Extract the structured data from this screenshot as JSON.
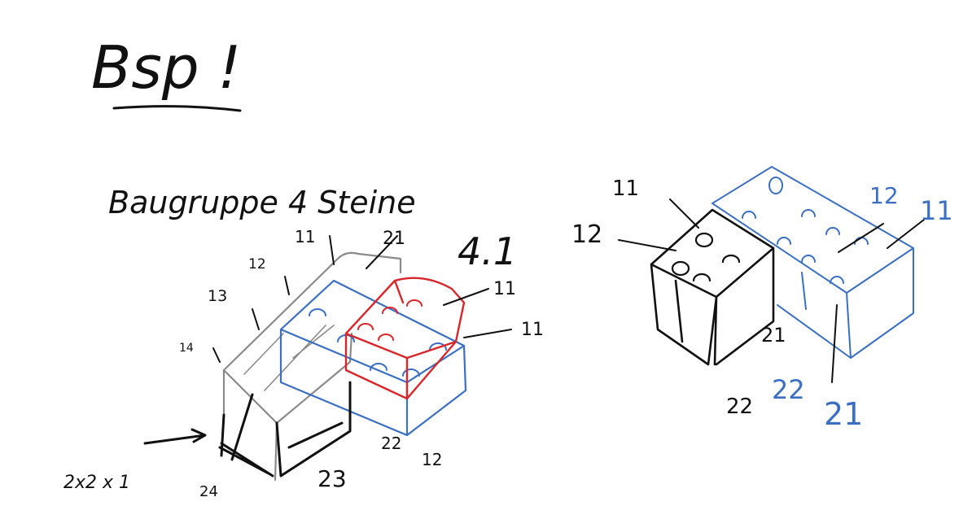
{
  "heading": "Bsp !",
  "subheading": "Baugruppe 4 Steine",
  "left_figure": {
    "step_label": "4.1",
    "brick_size": "2x2 x 1",
    "labels": {
      "gray_11": "11",
      "gray_12": "12",
      "gray_13": "13",
      "gray_14": "14",
      "gray_21": "21",
      "bottom_24": "24",
      "bottom_23": "23",
      "red_11_top": "11",
      "red_11_side": "11",
      "blue_22": "22",
      "blue_12": "12"
    }
  },
  "right_figure": {
    "labels": {
      "black_11": "11",
      "black_12": "12",
      "black_21": "21",
      "black_22": "22",
      "blue_12": "12",
      "blue_11": "11",
      "blue_22": "22",
      "blue_21": "21"
    }
  },
  "colors": {
    "black": "#111111",
    "gray": "#8a8a8a",
    "blue": "#3a6fc4",
    "red": "#d8262a"
  }
}
